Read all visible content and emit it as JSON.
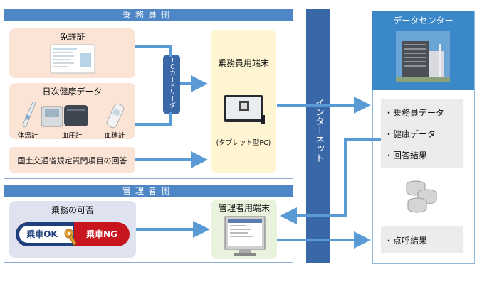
{
  "crew_side": {
    "title": "乗務員側",
    "license": "免許証",
    "daily_health": "日次健康データ",
    "devices": [
      "体温計",
      "血圧計",
      "血糖計"
    ],
    "mlit_answer": "国土交通省規定質問項目の回答",
    "ic_reader": "ＩＣカードリーダー",
    "crew_terminal": "乗務員用端末",
    "tablet_note": "(タブレット型PC)"
  },
  "manager_side": {
    "title": "管理者側",
    "approval": "乗務の可否",
    "ok_label": "乗車OK",
    "ng_label": "乗車NG",
    "manager_terminal": "管理者用端末"
  },
  "internet": "インターネット",
  "data_center": {
    "title": "データセンター",
    "items": [
      "・乗務員データ",
      "・健康データ",
      "・回答結果"
    ],
    "roll_call": "・点呼結果"
  },
  "colors": {
    "band": "#4f86c6",
    "arrow": "#5b9bd5",
    "internet": "#3a67a8"
  }
}
